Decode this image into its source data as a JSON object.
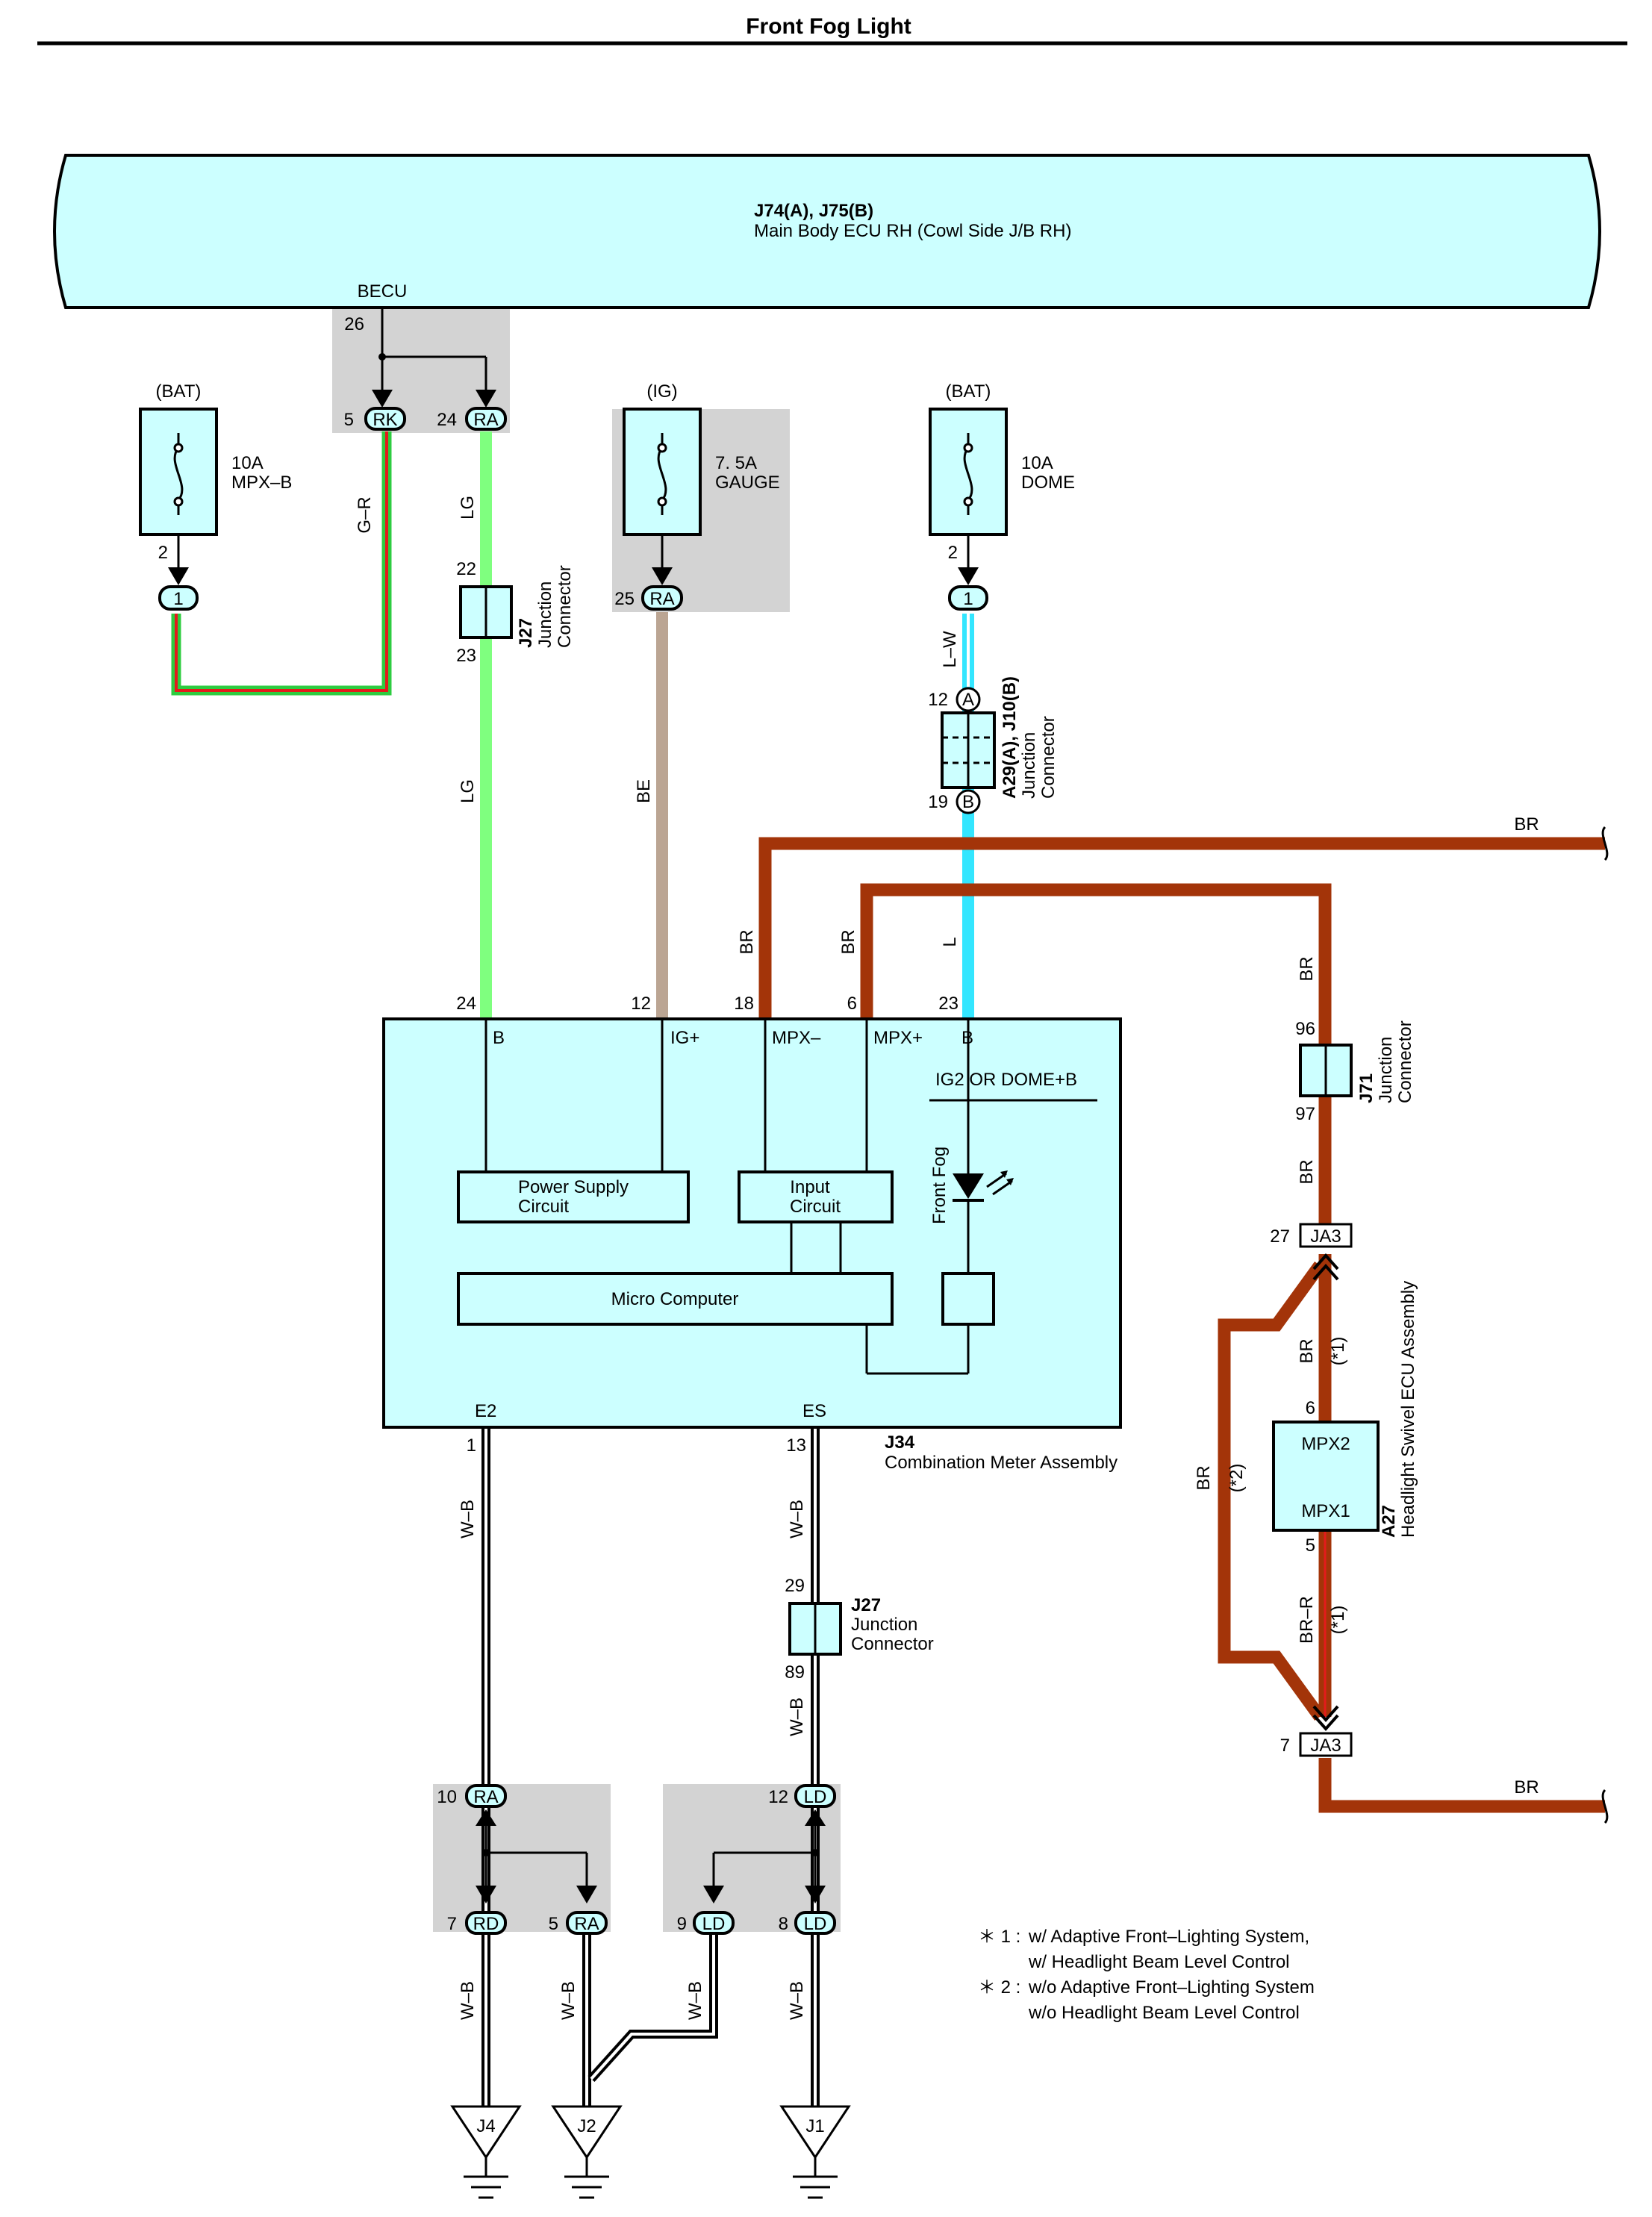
{
  "title": "Front Fog Light",
  "colors": {
    "LG": "#7fff7f",
    "BE": "#bba593",
    "BR": "#a33409",
    "L": "#33e6ff",
    "G": "#2ecc40",
    "R": "#e31b1b",
    "BOX": "#ccffff",
    "GRAY": "#d3d3d3"
  },
  "ecu": {
    "code": "J74(A), J75(B)",
    "name": "Main Body ECU RH (Cowl Side J/B RH)",
    "becu": "BECU",
    "pin26": "26"
  },
  "fuse_mpxb": {
    "supply": "(BAT)",
    "rating": "10A",
    "name": "MPX–B",
    "out_pin": "2",
    "conn_pin": "1"
  },
  "fuse_gauge": {
    "supply": "(IG)",
    "rating": "7. 5A",
    "name": "GAUGE",
    "out_pin": "25",
    "conn": "RA"
  },
  "fuse_dome": {
    "supply": "(BAT)",
    "rating": "10A",
    "name": "DOME",
    "out_pin": "2",
    "conn_pin": "1"
  },
  "conn_rk": {
    "pin": "5",
    "code": "RK"
  },
  "conn_ra24": {
    "pin": "24",
    "code": "RA"
  },
  "wire_labels": {
    "gr": "G–R",
    "lg": "LG",
    "be": "BE",
    "lw": "L–W",
    "l": "L",
    "br": "BR",
    "wb": "W–B",
    "brr": "BR–R"
  },
  "j27_top": {
    "code": "J27",
    "name1": "Junction",
    "name2": "Connector",
    "pin_in": "22",
    "pin_out": "23"
  },
  "j27_bottom": {
    "code": "J27",
    "name1": "Junction",
    "name2": "Connector",
    "pin_in": "29",
    "pin_out": "89"
  },
  "a29": {
    "code": "A29(A), J10(B)",
    "name1": "Junction",
    "name2": "Connector",
    "pin_a": "12",
    "label_a": "A",
    "pin_b": "19",
    "label_b": "B"
  },
  "j71": {
    "code": "J71",
    "name1": "Junction",
    "name2": "Connector",
    "pin_in": "96",
    "pin_out": "97"
  },
  "meter": {
    "code": "J34",
    "name": "Combination Meter Assembly",
    "pins": [
      {
        "num": "24",
        "label": "B"
      },
      {
        "num": "12",
        "label": "IG+"
      },
      {
        "num": "18",
        "label": "MPX–"
      },
      {
        "num": "6",
        "label": "MPX+"
      },
      {
        "num": "23",
        "label": "B"
      }
    ],
    "psu": "Power Supply Circuit",
    "psu1": "Power Supply",
    "psu2": "Circuit",
    "input1": "Input",
    "input2": "Circuit",
    "micro": "Micro Computer",
    "ig2": "IG2 OR DOME+B",
    "fog": "Front Fog",
    "e2_num": "1",
    "e2": "E2",
    "es_num": "13",
    "es": "ES"
  },
  "ja3_top": {
    "pin": "27",
    "code": "JA3"
  },
  "ja3_bottom": {
    "pin": "7",
    "code": "JA3"
  },
  "swivel": {
    "code": "A27",
    "name": "Headlight Swivel ECU Assembly",
    "mpx2": "MPX2",
    "mpx1": "MPX1",
    "pin6": "6",
    "pin5": "5",
    "note1": "(*1)",
    "note2": "(*2)"
  },
  "ground_conns": {
    "ra10": {
      "pin": "10",
      "code": "RA"
    },
    "rd7": {
      "pin": "7",
      "code": "RD"
    },
    "ra5": {
      "pin": "5",
      "code": "RA"
    },
    "ld12": {
      "pin": "12",
      "code": "LD"
    },
    "ld9": {
      "pin": "9",
      "code": "LD"
    },
    "ld8": {
      "pin": "8",
      "code": "LD"
    }
  },
  "grounds": [
    "J4",
    "J2",
    "J1"
  ],
  "notes": [
    {
      "mark": "＊ 1 :",
      "line1": "w/ Adaptive Front–Lighting System,",
      "line2": "w/ Headlight Beam Level Control"
    },
    {
      "mark": "＊ 2 :",
      "line1": "w/o Adaptive Front–Lighting System",
      "line2": "w/o Headlight Beam Level Control"
    }
  ]
}
